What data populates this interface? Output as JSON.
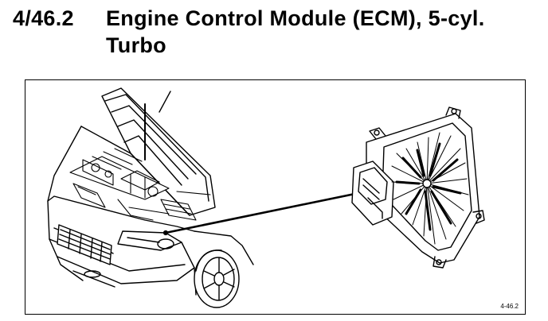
{
  "heading": {
    "section_number": "4/46.2",
    "title_line1": "Engine Control Module (ECM), 5-cyl.",
    "title_line2": "Turbo"
  },
  "figure": {
    "code": "4-46.2",
    "subject_icon": "car-with-open-hood-icon",
    "detail_icon": "ecm-unit-icon"
  }
}
